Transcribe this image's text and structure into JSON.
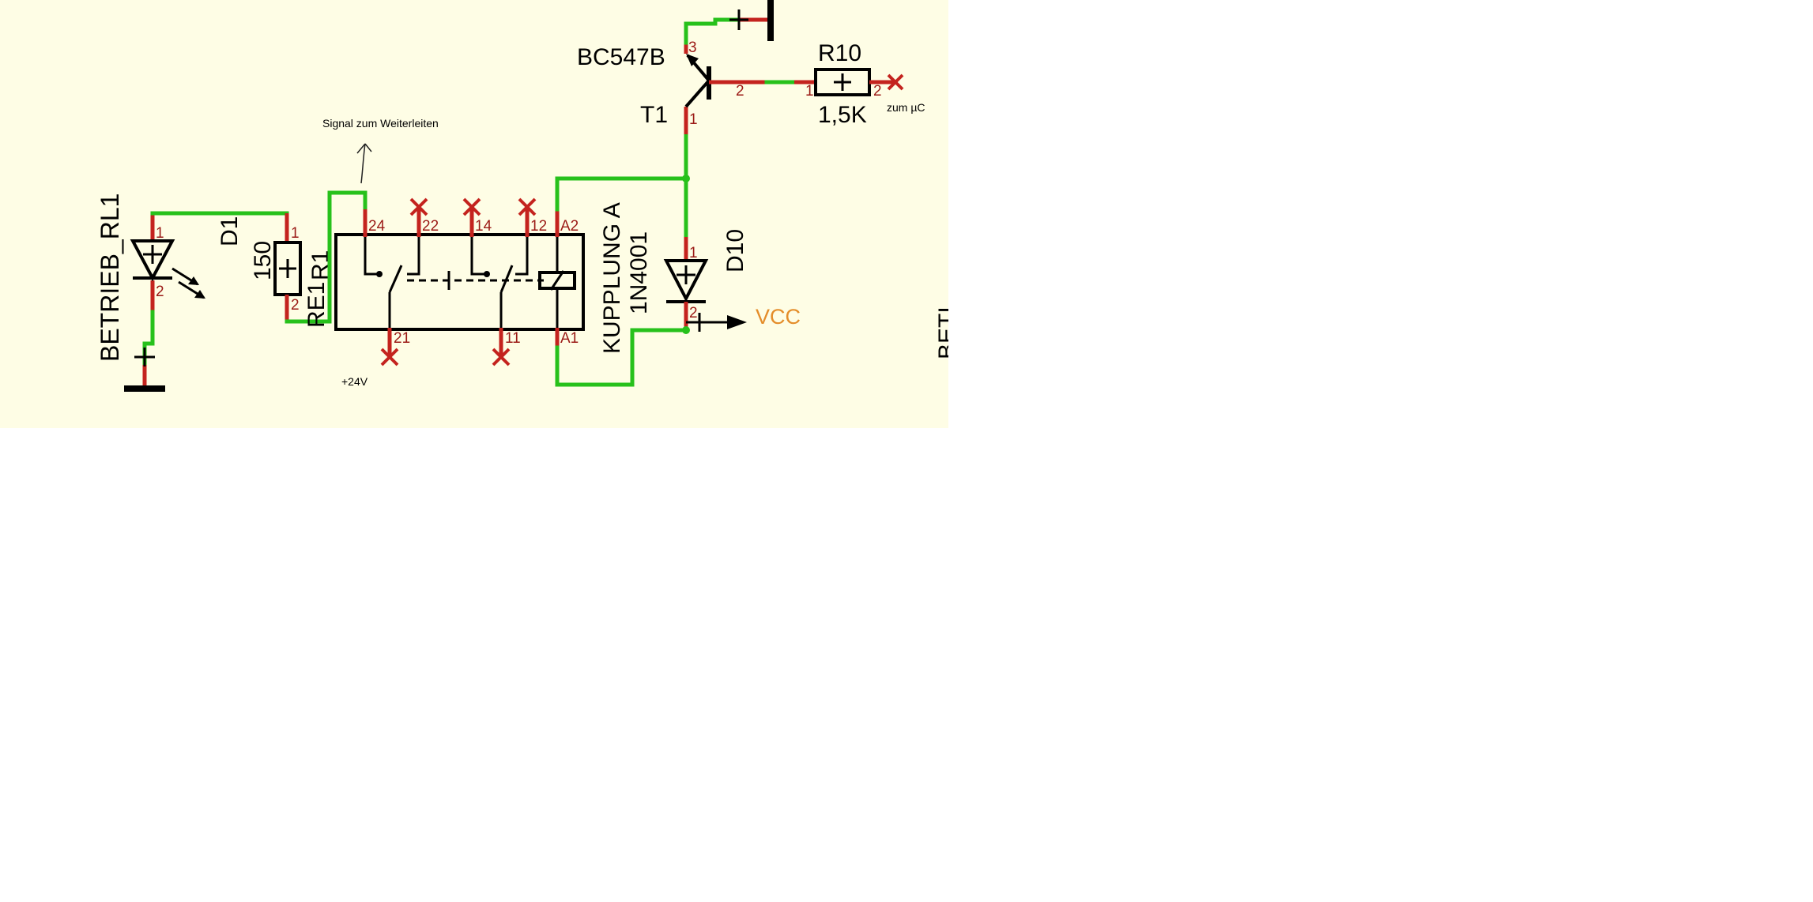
{
  "components": {
    "led": {
      "name": "BETRIEB_RL1",
      "ref": "D1",
      "pin1": "1",
      "pin2": "2"
    },
    "resistor_r1": {
      "ref": "R1",
      "value": "150",
      "pin1": "1",
      "pin2": "2"
    },
    "relay": {
      "name": "RE1",
      "pins": {
        "p24": "24",
        "p22": "22",
        "p14": "14",
        "p12": "12",
        "pa2": "A2",
        "p21": "21",
        "p11": "11",
        "pa1": "A1"
      }
    },
    "diode_d10": {
      "ref": "D10",
      "part": "1N4001",
      "name": "KUPPLUNG A",
      "pin1": "1",
      "pin2": "2"
    },
    "transistor_t1": {
      "ref": "T1",
      "part": "BC547B",
      "pin1": "1",
      "pin2": "2",
      "pin3": "3"
    },
    "resistor_r10": {
      "ref": "R10",
      "value": "1,5K",
      "pin1": "1",
      "pin2": "2"
    }
  },
  "nets": {
    "vcc": "VCC"
  },
  "notes": {
    "signal": "Signal zum Weiterleiten",
    "supply": "+24V",
    "mcu": "zum µC"
  },
  "colors": {
    "wire": "#27c11b",
    "pin": "#c4231e",
    "vcc": "#e48d2a",
    "sheet": "#fefde5"
  },
  "cut_off_text": "BETI"
}
